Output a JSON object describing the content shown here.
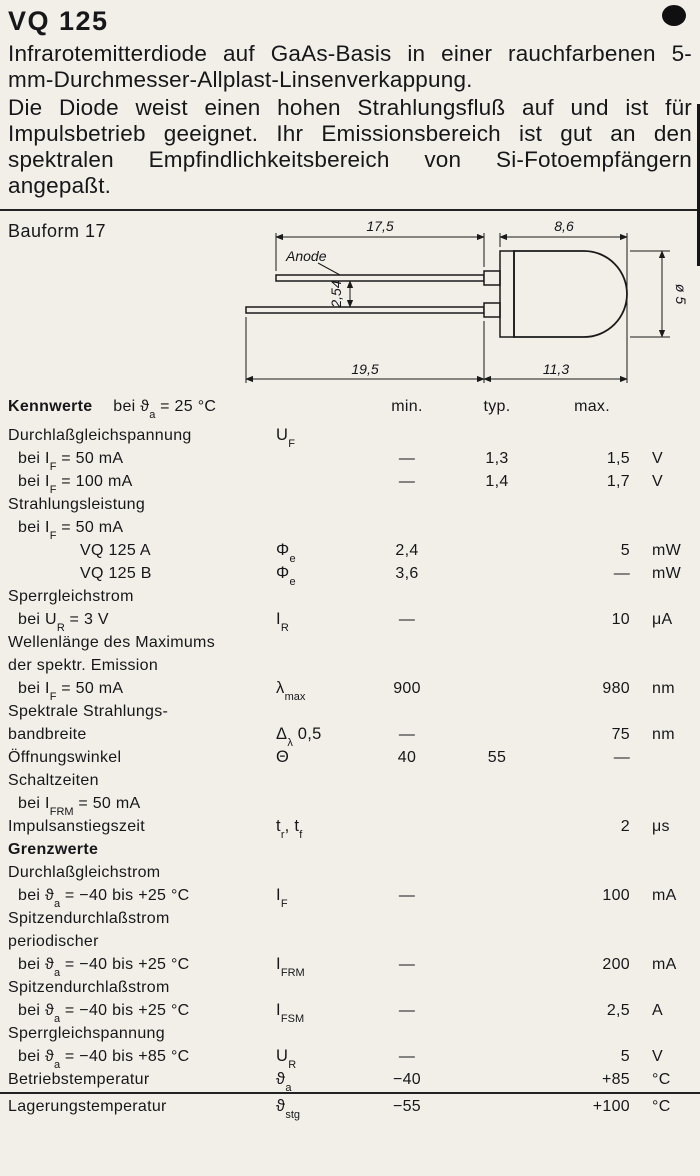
{
  "page": {
    "title": "VQ 125",
    "intro": [
      "Infrarotemitterdiode auf GaAs-Basis in einer rauchfarbenen 5-mm-Durchmesser-Allplast-Linsenverkappung.",
      "Die Diode weist einen hohen Strahlungsfluß auf und ist für Impulsbetrieb geeignet. Ihr Emissionsbereich ist gut an den spektralen Empfindlichkeitsbereich von Si-Fotoempfängern angepaßt."
    ]
  },
  "drawing": {
    "label": "Bauform 17",
    "anode": "Anode",
    "dim_lead_anode": "17,5",
    "dim_package_len": "8,6",
    "dim_pitch": "2,54",
    "dim_lead_cathode": "19,5",
    "dim_package_total": "11,3",
    "dim_diameter": "ø 5"
  },
  "table": {
    "header": {
      "kennwerte": "Kennwerte",
      "condition": "bei ϑ~a~ = 25 °C",
      "min": "min.",
      "typ": "typ.",
      "max": "max."
    },
    "rows": [
      {
        "label": "Durchlaßgleichspannung",
        "sym": "U~F~"
      },
      {
        "indent": 1,
        "label": "bei I~F~ =  50 mA",
        "min": "—",
        "typ": "1,3",
        "max": "1,5",
        "unit": "V"
      },
      {
        "indent": 1,
        "label": "bei I~F~ = 100 mA",
        "min": "—",
        "typ": "1,4",
        "max": "1,7",
        "unit": "V"
      },
      {
        "label": "Strahlungsleistung"
      },
      {
        "indent": 1,
        "label": "bei I~F~ = 50 mA"
      },
      {
        "indent": 2,
        "label": "VQ 125 A",
        "sym": "Φ~e~",
        "min": "2,4",
        "max": "5",
        "unit": "mW"
      },
      {
        "indent": 2,
        "label": "VQ 125 B",
        "sym": "Φ~e~",
        "min": "3,6",
        "max": "—",
        "unit": "mW"
      },
      {
        "label": "Sperrgleichstrom"
      },
      {
        "indent": 1,
        "label": "bei U~R~ = 3 V",
        "sym": "I~R~",
        "min": "—",
        "max": "10",
        "unit": "μA"
      },
      {
        "label": "Wellenlänge des Maximums"
      },
      {
        "label": "der spektr. Emission"
      },
      {
        "indent": 1,
        "label": "bei I~F~ = 50 mA",
        "sym": "λ~max~",
        "min": "900",
        "max": "980",
        "unit": "nm"
      },
      {
        "label": "Spektrale Strahlungs-"
      },
      {
        "label": "bandbreite",
        "sym": "Δ~λ~ 0,5",
        "min": "—",
        "max": "75",
        "unit": "nm"
      },
      {
        "label": "Öffnungswinkel",
        "sym": "Θ",
        "min": "40",
        "typ": "55",
        "max": "—"
      },
      {
        "label": "Schaltzeiten"
      },
      {
        "indent": 1,
        "label": "bei I~FRM~ = 50 mA"
      },
      {
        "label": "Impulsanstiegszeit",
        "sym": "t~r~, t~f~",
        "max": "2",
        "unit": "μs"
      },
      {
        "label": "Grenzwerte",
        "bold": true
      },
      {
        "label": "Durchlaßgleichstrom"
      },
      {
        "indent": 1,
        "label": "bei ϑ~a~ = −40 bis +25 °C",
        "sym": "I~F~",
        "min": "—",
        "max": "100",
        "unit": "mA"
      },
      {
        "label": "Spitzendurchlaßstrom"
      },
      {
        "label": "periodischer"
      },
      {
        "indent": 1,
        "label": "bei ϑ~a~ = −40 bis +25 °C",
        "sym": "I~FRM~",
        "min": "—",
        "max": "200",
        "unit": "mA"
      },
      {
        "label": "Spitzendurchlaßstrom"
      },
      {
        "indent": 1,
        "label": "bei ϑ~a~ = −40 bis +25 °C",
        "sym": "I~FSM~",
        "min": "—",
        "max": "2,5",
        "unit": "A"
      },
      {
        "label": "Sperrgleichspannung"
      },
      {
        "indent": 1,
        "label": "bei ϑ~a~ = −40 bis +85 °C",
        "sym": "U~R~",
        "min": "—",
        "max": "5",
        "unit": "V"
      },
      {
        "label": "Betriebstemperatur",
        "sym": "ϑ~a~",
        "min": "−40",
        "max": "+85",
        "unit": "°C"
      },
      {
        "label": "Lagerungstemperatur",
        "sym": "ϑ~stg~",
        "min": "−55",
        "max": "+100",
        "unit": "°C",
        "rule_above": true
      }
    ]
  }
}
